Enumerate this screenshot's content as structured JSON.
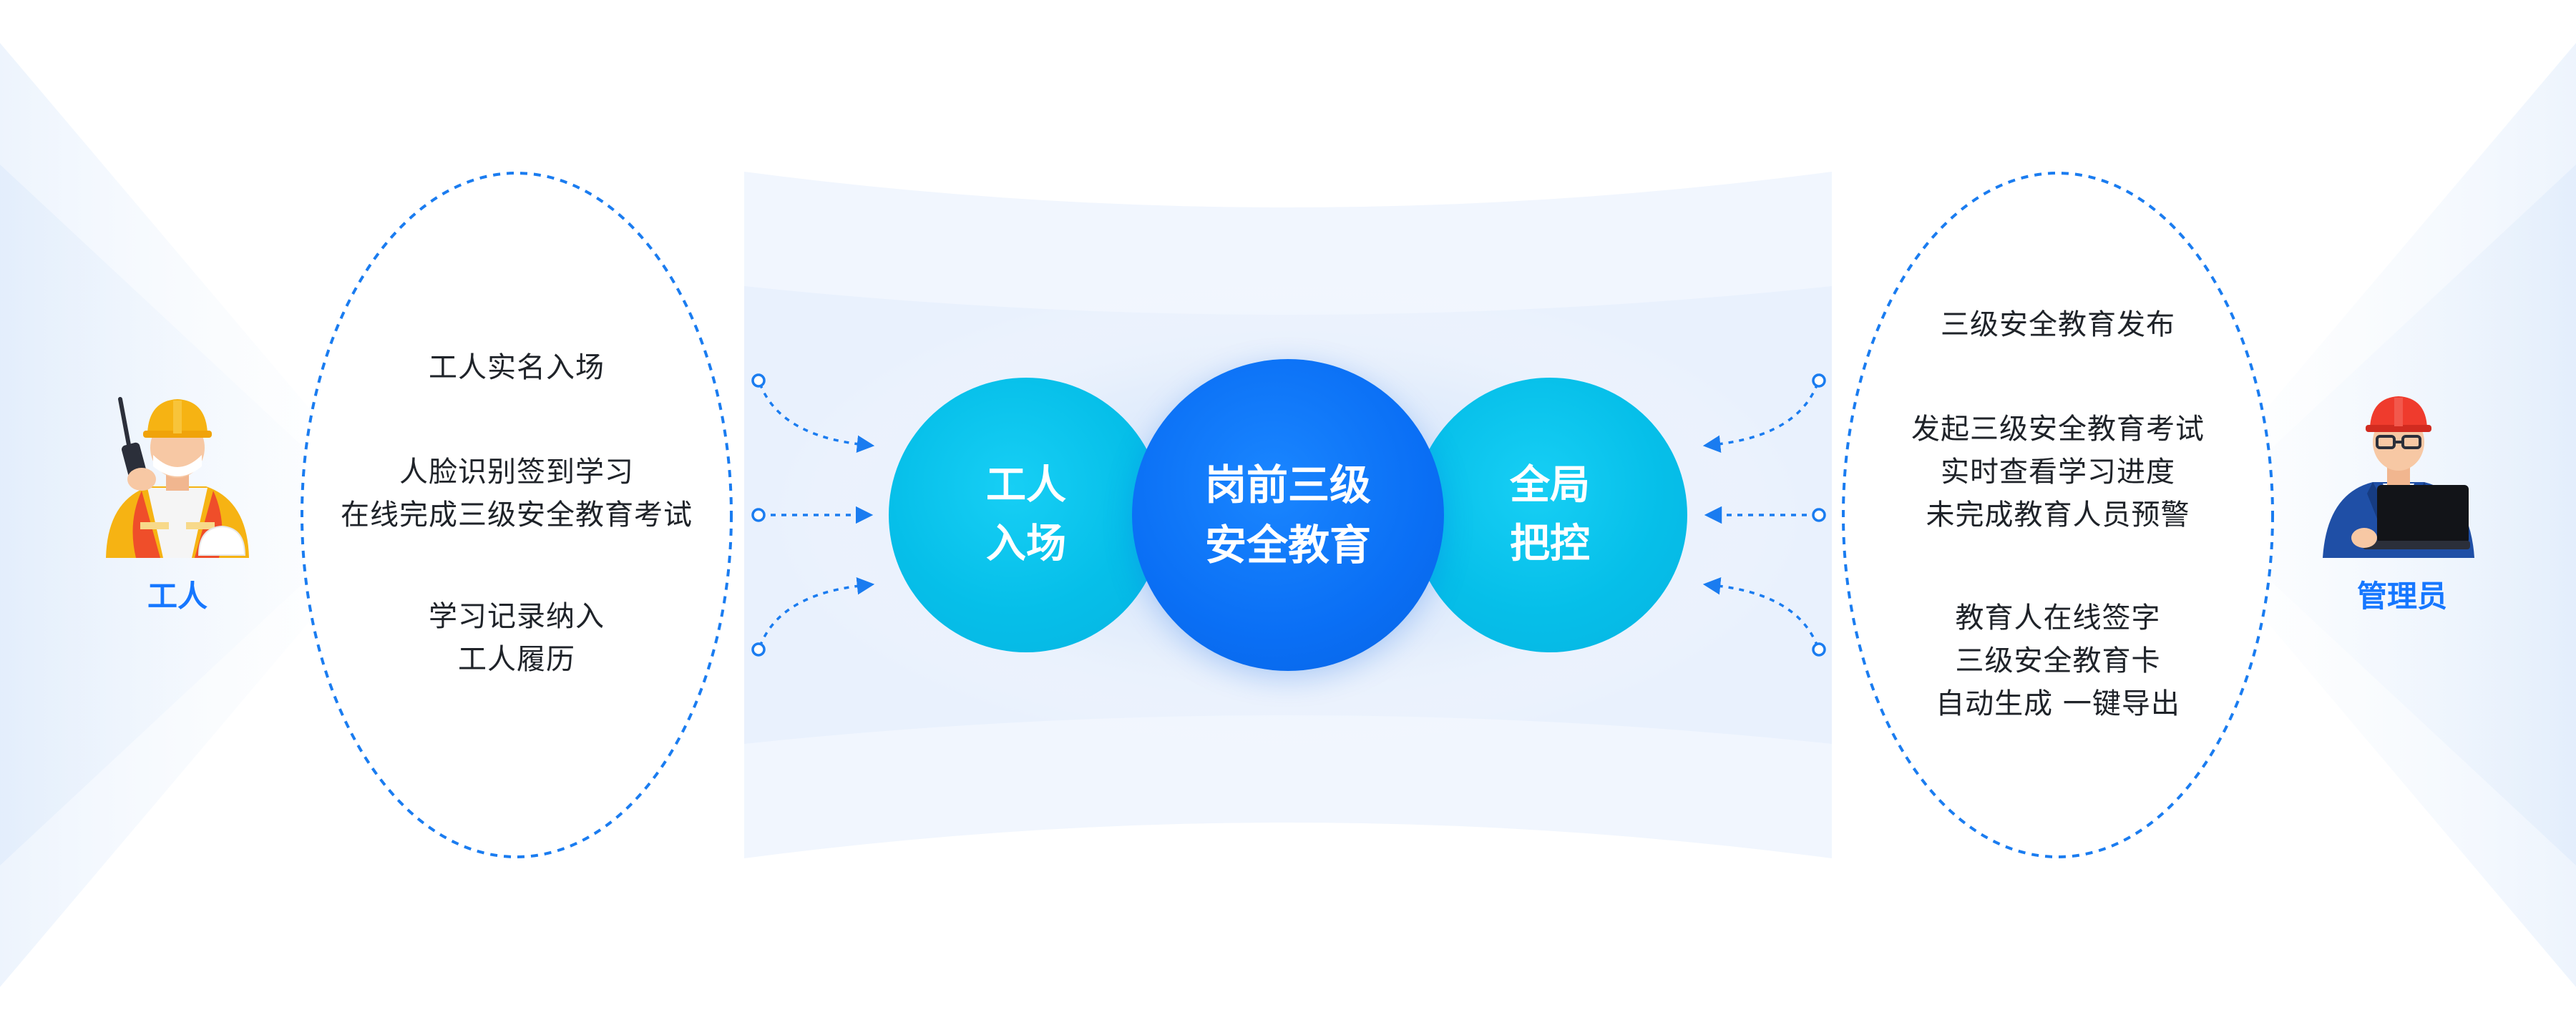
{
  "left_role": {
    "label": "工人",
    "avatar_icon": "worker-avatar-icon",
    "features": [
      {
        "lines": [
          "工人实名入场"
        ]
      },
      {
        "lines": [
          "人脸识别签到学习",
          "在线完成三级安全教育考试"
        ]
      },
      {
        "lines": [
          "学习记录纳入",
          "工人履历"
        ]
      }
    ]
  },
  "right_role": {
    "label": "管理员",
    "avatar_icon": "manager-avatar-icon",
    "features": [
      {
        "lines": [
          "三级安全教育发布"
        ]
      },
      {
        "lines": [
          "发起三级安全教育考试",
          "实时查看学习进度",
          "未完成教育人员预警"
        ]
      },
      {
        "lines": [
          "教育人在线签字",
          "三级安全教育卡",
          "自动生成 一键导出"
        ]
      }
    ]
  },
  "hub": {
    "left": {
      "line1": "工人",
      "line2": "入场"
    },
    "center": {
      "line1": "岗前三级",
      "line2": "安全教育"
    },
    "right": {
      "line1": "全局",
      "line2": "把控"
    }
  },
  "colors": {
    "primary_blue": "#0a6ff5",
    "cyan": "#06bfe9",
    "label_blue": "#1677ff",
    "dashed_line": "#1a7cf0",
    "text": "#1f2329"
  }
}
